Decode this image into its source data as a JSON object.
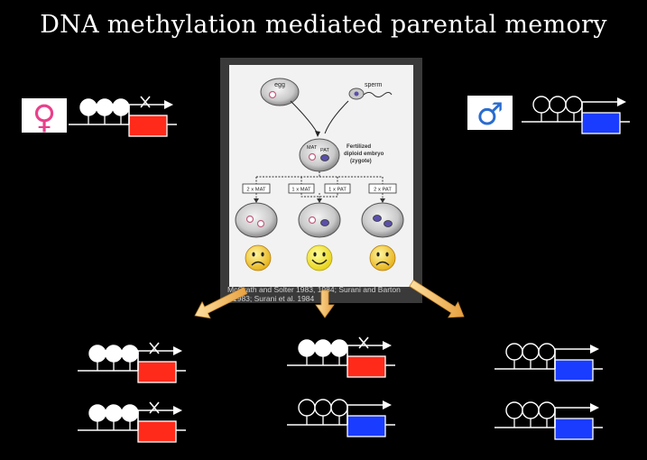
{
  "title": "DNA methylation mediated parental memory",
  "figure": {
    "egg_label": "egg",
    "sperm_label": "sperm",
    "mat_label": "MAT",
    "pat_label": "PAT",
    "zygote_caption_1": "Fertilized",
    "zygote_caption_2": "diploid embryo",
    "zygote_caption_3": "(zygote)",
    "branches": [
      {
        "label": "2 x MAT",
        "mat": 2,
        "pat": 0,
        "face": "sad"
      },
      {
        "label": "1 x MAT",
        "label2": "1 x PAT",
        "mat": 1,
        "pat": 1,
        "face": "happy"
      },
      {
        "label": "2 x PAT",
        "mat": 0,
        "pat": 2,
        "face": "sad"
      }
    ],
    "citation_1": "McGrath and Solter 1983, 1984; Surani and Barton",
    "citation_2": "1983; Surani et al. 1984"
  },
  "parents": {
    "female": {
      "symbol": "♀",
      "methylated": true,
      "expressed": false
    },
    "male": {
      "symbol": "♂",
      "methylated": false,
      "expressed": true
    }
  },
  "offspring": [
    {
      "pair": "maternal-maternal",
      "alleles": [
        {
          "methylated": true,
          "expressed": false
        },
        {
          "methylated": true,
          "expressed": false
        }
      ]
    },
    {
      "pair": "maternal-paternal",
      "alleles": [
        {
          "methylated": true,
          "expressed": false
        },
        {
          "methylated": false,
          "expressed": true
        }
      ]
    },
    {
      "pair": "paternal-paternal",
      "alleles": [
        {
          "methylated": false,
          "expressed": true
        },
        {
          "methylated": false,
          "expressed": true
        }
      ]
    }
  ],
  "colors": {
    "silenced_gene": "#ff2a1a",
    "expressed_gene": "#1a3cff",
    "arrow": "#f0b25a",
    "female_symbol": "#e8408a",
    "male_symbol": "#2a6ccf",
    "mat_nucleus": "#f2a0b8",
    "pat_nucleus": "#5a50a8",
    "face": "#f7e23a"
  }
}
